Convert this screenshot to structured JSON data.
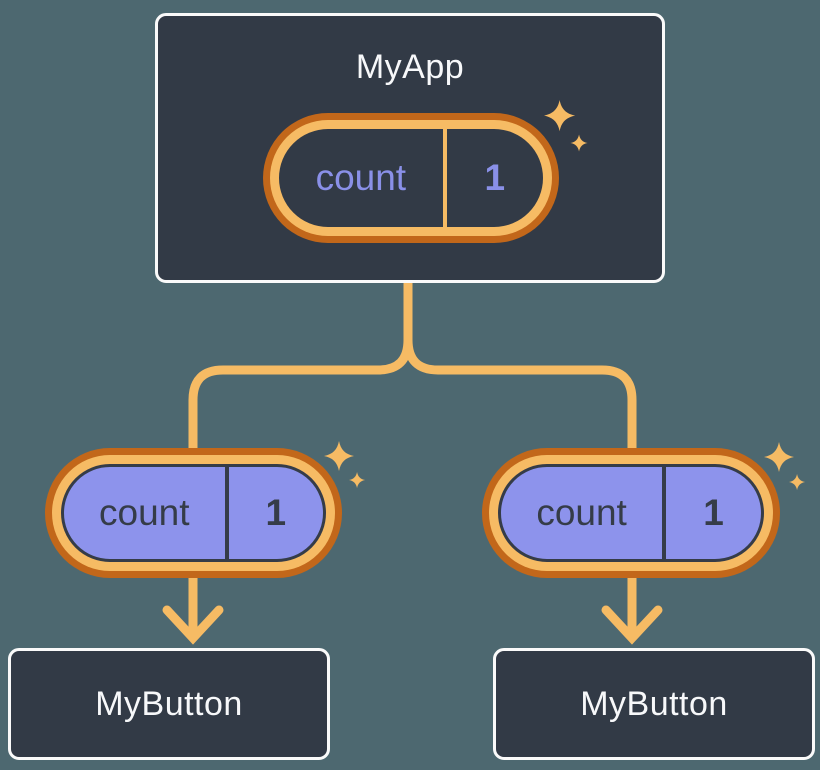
{
  "diagram": {
    "description": "React component tree with state passed down as props",
    "root": {
      "title": "MyApp",
      "state": {
        "label": "count",
        "value": "1"
      }
    },
    "children": [
      {
        "title": "MyButton",
        "prop": {
          "label": "count",
          "value": "1"
        }
      },
      {
        "title": "MyButton",
        "prop": {
          "label": "count",
          "value": "1"
        }
      }
    ]
  },
  "icons": {
    "sparkle": "four-point-star",
    "arrow": "down-chevron-arrow"
  },
  "colors": {
    "bg": "#4d6870",
    "box_fill": "#323a46",
    "box_border": "#fafafa",
    "orange_light": "#f6bb64",
    "orange_dark": "#c2671a",
    "purple_fill": "#8d93ec",
    "purple_text": "#8a90e8",
    "dark_text": "#353c48",
    "white_text": "#f7f8fa"
  }
}
